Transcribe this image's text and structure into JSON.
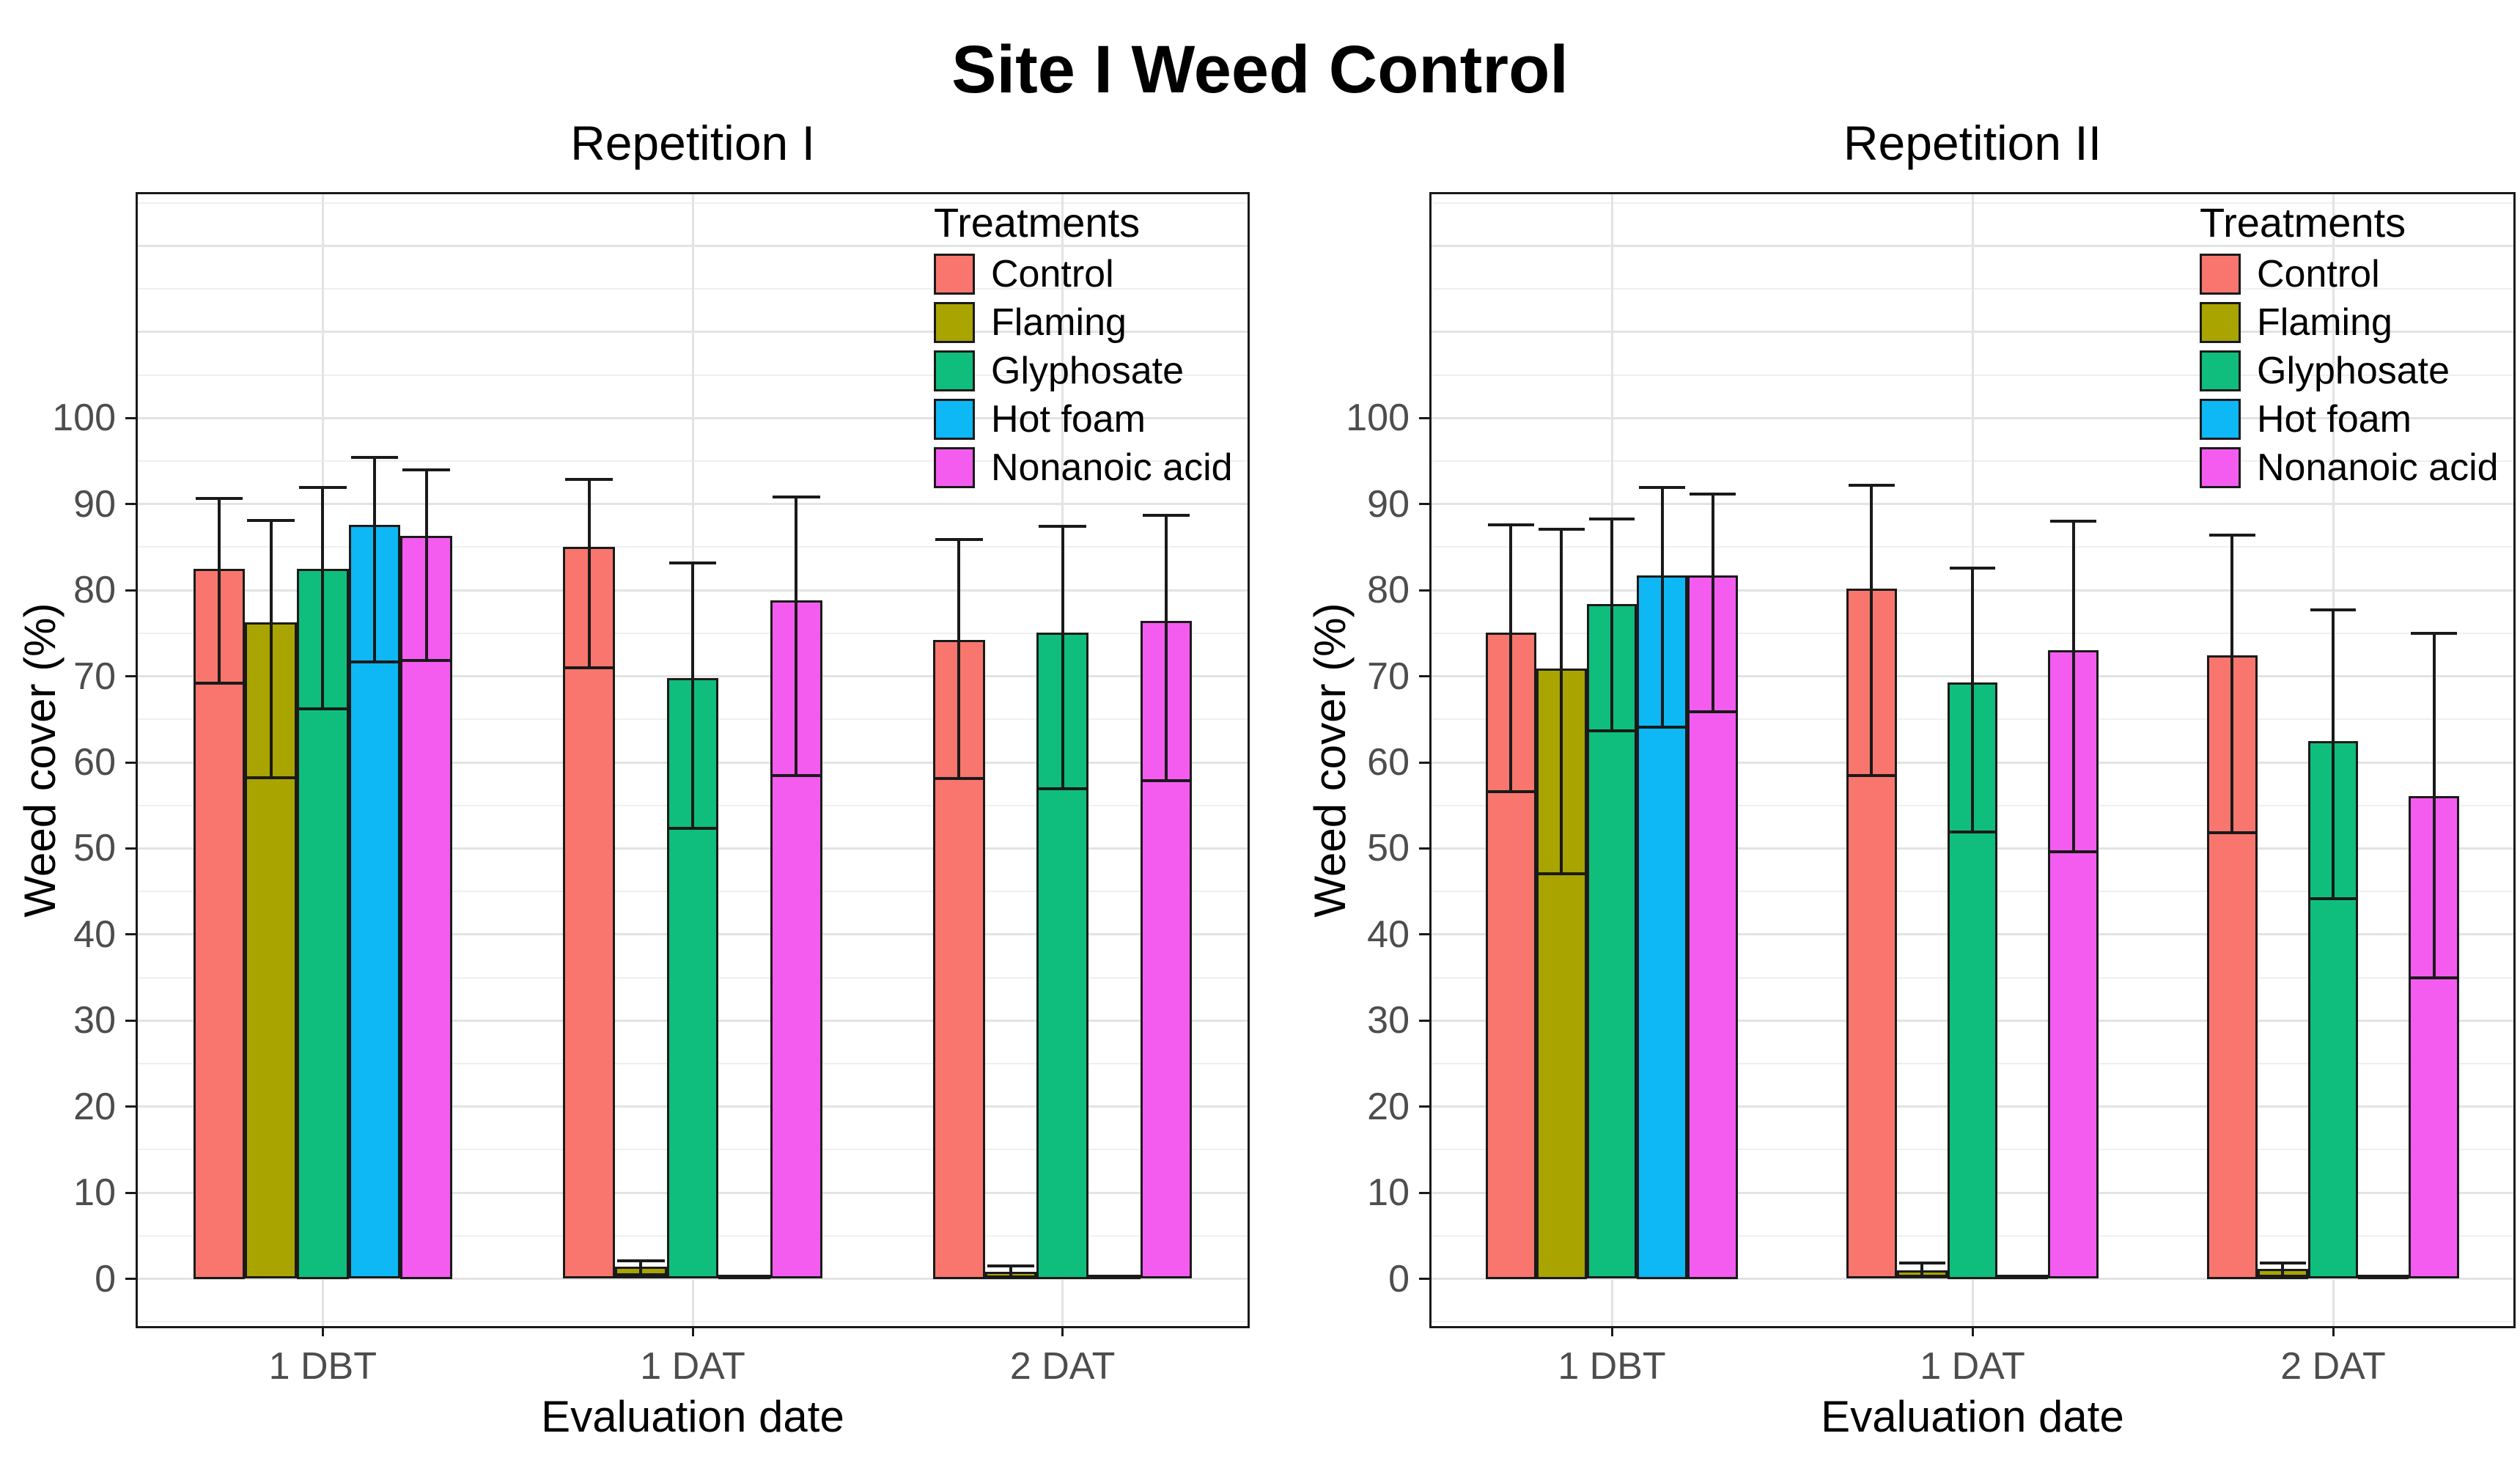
{
  "title": "Site I Weed Control",
  "axes": {
    "y_label": "Weed cover (%)",
    "x_label": "Evaluation date",
    "y_tick_labels": [
      "0",
      "10",
      "20",
      "30",
      "40",
      "50",
      "60",
      "70",
      "80",
      "90",
      "100"
    ],
    "x_tick_labels": [
      "1 DBT",
      "1 DAT",
      "2 DAT"
    ]
  },
  "legend": {
    "title": "Treatments",
    "items": [
      {
        "label": "Control",
        "color": "#F8766D"
      },
      {
        "label": "Flaming",
        "color": "#A9A400"
      },
      {
        "label": "Glyphosate",
        "color": "#0FBE7C"
      },
      {
        "label": "Hot foam",
        "color": "#0DB8F5"
      },
      {
        "label": "Nonanoic acid",
        "color": "#F45CF0"
      }
    ]
  },
  "colors": {
    "bar_outline": "#1a1a1a",
    "grid_major": "#e3e3e3",
    "grid_minor": "#efefef",
    "tick_text": "#4d4d4d"
  },
  "chart_data": [
    {
      "type": "bar",
      "title": "Repetition I",
      "categories": [
        "1 DBT",
        "1 DAT",
        "2 DAT"
      ],
      "xlabel": "Evaluation date",
      "ylabel": "Weed cover (%)",
      "ylim": [
        0,
        100
      ],
      "grid": "major every 10, minor every 5",
      "legend_position": "top-right inside panel",
      "error_bars": true,
      "series": [
        {
          "name": "Control",
          "color": "#F8766D",
          "values": [
            82.5,
            85.0,
            74.2
          ],
          "err_low": [
            69.2,
            71.0,
            58.1
          ],
          "err_high": [
            90.7,
            92.9,
            85.9
          ]
        },
        {
          "name": "Flaming",
          "color": "#A9A400",
          "values": [
            76.3,
            1.4,
            0.8
          ],
          "err_low": [
            58.2,
            0.5,
            0.2
          ],
          "err_high": [
            88.1,
            2.1,
            1.5
          ]
        },
        {
          "name": "Glyphosate",
          "color": "#0FBE7C",
          "values": [
            82.5,
            69.8,
            75.1
          ],
          "err_low": [
            66.2,
            52.3,
            56.9
          ],
          "err_high": [
            91.9,
            83.2,
            87.4
          ]
        },
        {
          "name": "Hot foam",
          "color": "#0DB8F5",
          "values": [
            87.6,
            0.3,
            0.2
          ],
          "err_low": [
            71.7,
            null,
            null
          ],
          "err_high": [
            95.4,
            null,
            null
          ]
        },
        {
          "name": "Nonanoic acid",
          "color": "#F45CF0",
          "values": [
            86.3,
            78.8,
            76.4
          ],
          "err_low": [
            71.8,
            58.5,
            57.9
          ],
          "err_high": [
            94.0,
            90.8,
            88.7
          ]
        }
      ]
    },
    {
      "type": "bar",
      "title": "Repetition II",
      "categories": [
        "1 DBT",
        "1 DAT",
        "2 DAT"
      ],
      "xlabel": "Evaluation date",
      "ylabel": "Weed cover (%)",
      "ylim": [
        0,
        100
      ],
      "grid": "major every 10, minor every 5",
      "legend_position": "top-right inside panel",
      "error_bars": true,
      "series": [
        {
          "name": "Control",
          "color": "#F8766D",
          "values": [
            75.1,
            80.2,
            72.4
          ],
          "err_low": [
            56.6,
            58.5,
            51.8
          ],
          "err_high": [
            87.6,
            92.2,
            86.4
          ]
        },
        {
          "name": "Flaming",
          "color": "#A9A400",
          "values": [
            70.9,
            1.0,
            1.2
          ],
          "err_low": [
            47.1,
            0.3,
            0.3
          ],
          "err_high": [
            87.1,
            1.8,
            1.8
          ]
        },
        {
          "name": "Glyphosate",
          "color": "#0FBE7C",
          "values": [
            78.4,
            69.3,
            62.5
          ],
          "err_low": [
            63.7,
            51.9,
            44.2
          ],
          "err_high": [
            88.3,
            82.6,
            77.7
          ]
        },
        {
          "name": "Hot foam",
          "color": "#0DB8F5",
          "values": [
            81.7,
            0.2,
            0.2
          ],
          "err_low": [
            64.1,
            null,
            null
          ],
          "err_high": [
            91.9,
            null,
            null
          ]
        },
        {
          "name": "Nonanoic acid",
          "color": "#F45CF0",
          "values": [
            81.7,
            73.0,
            56.1
          ],
          "err_low": [
            65.9,
            49.6,
            35.0
          ],
          "err_high": [
            91.2,
            88.0,
            75.0
          ]
        }
      ]
    }
  ]
}
